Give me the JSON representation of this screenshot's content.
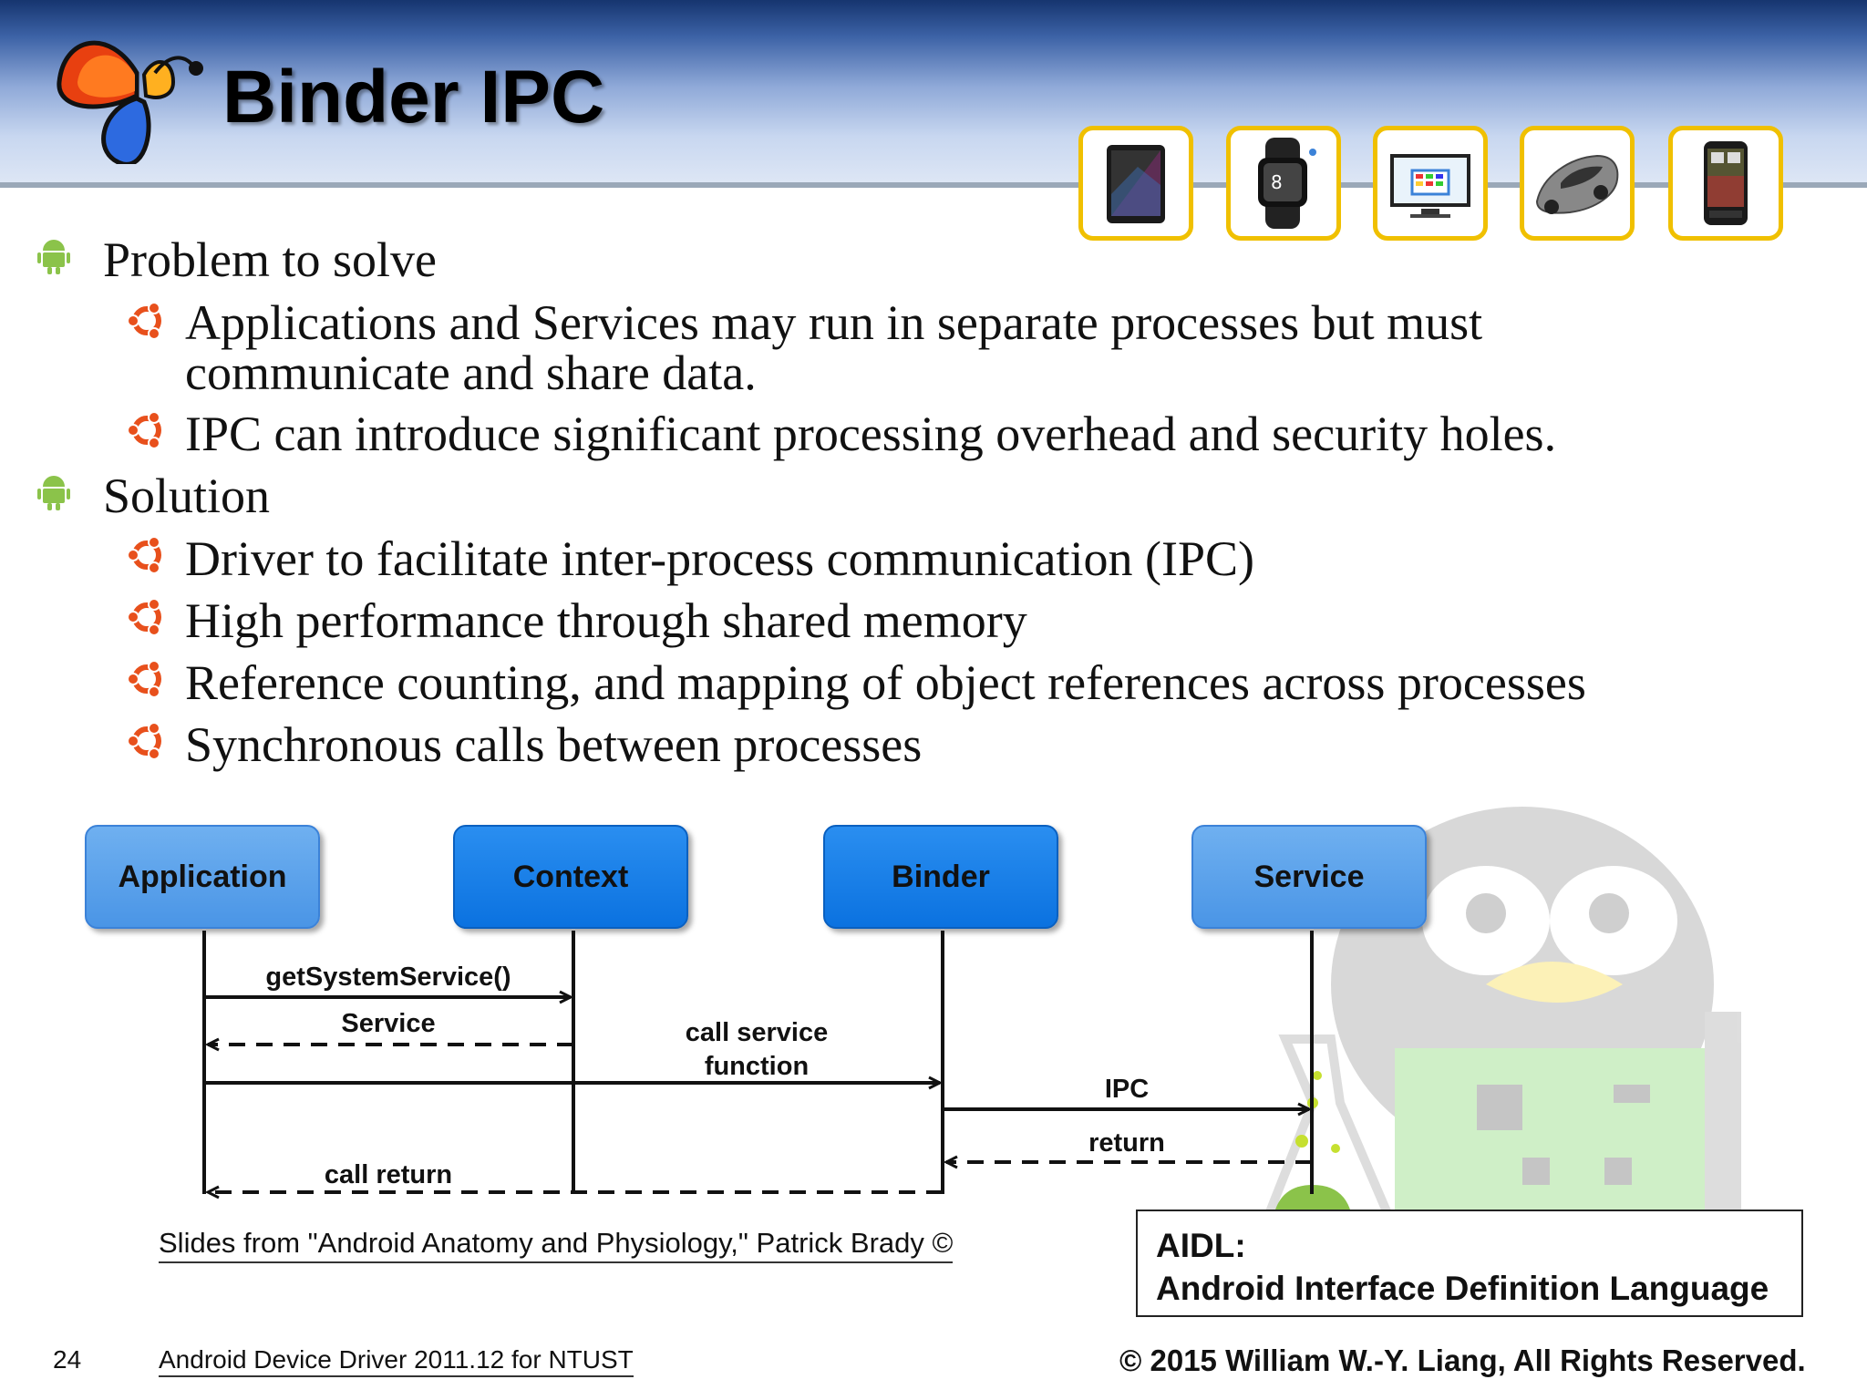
{
  "slide": {
    "title": "Binder IPC",
    "page_number": "24",
    "course": "Android Device Driver 2011.12 for NTUST",
    "copyright": "©  2015  William W.-Y. Liang, All Rights Reserved."
  },
  "icons": {
    "logo": "butterfly-logo-icon",
    "devices": [
      "tablet-icon",
      "smartwatch-icon",
      "smart-tv-icon",
      "car-icon",
      "smartphone-icon"
    ],
    "level1_bullet": "android-robot-icon",
    "level2_bullet": "ubuntu-circle-icon"
  },
  "bullets": [
    {
      "text": "Problem to solve",
      "children": [
        {
          "line1": "Applications and Services may run in separate processes but must",
          "line2": "communicate and share data."
        },
        {
          "line1": "IPC can introduce significant processing overhead and security holes."
        }
      ]
    },
    {
      "text": "Solution",
      "children": [
        {
          "line1": "Driver to facilitate inter-process communication (IPC)"
        },
        {
          "line1": "High performance through shared memory"
        },
        {
          "line1": "Reference counting, and mapping of object references across processes"
        },
        {
          "line1": "Synchronous calls between processes"
        }
      ]
    }
  ],
  "diagram": {
    "lanes": [
      "Application",
      "Context",
      "Binder",
      "Service"
    ],
    "messages": {
      "get_system_service": "getSystemService()",
      "service": "Service",
      "call_service_line1": "call service",
      "call_service_line2": "function",
      "ipc": "IPC",
      "return": "return",
      "call_return": "call return"
    },
    "credit": "Slides from \"Android Anatomy and Physiology,\" Patrick Brady  ©"
  },
  "aidl": {
    "line1": "AIDL:",
    "line2": "Android Interface Definition Language"
  },
  "colors": {
    "header_dark": "#16356f",
    "device_frame": "#f0c000",
    "lane_light": "#4a95e6",
    "lane_dark": "#0b72e0",
    "android_green": "#8bc34a",
    "ubuntu_orange": "#e8501c"
  }
}
